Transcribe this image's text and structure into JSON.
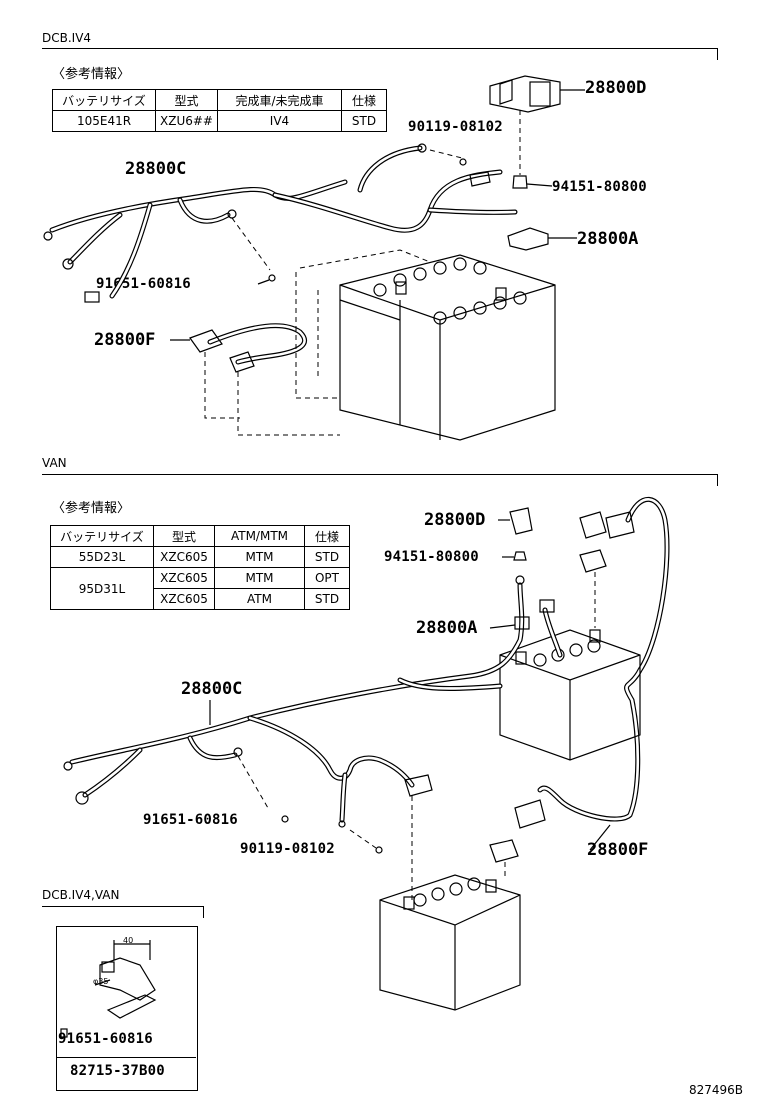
{
  "sections": [
    {
      "label": "DCB.IV4",
      "note": "〈参考情報〉",
      "table": {
        "headers": [
          "バッテリサイズ",
          "型式",
          "完成車/未完成車",
          "仕様"
        ],
        "rows": [
          [
            "105E41R",
            "XZU6##",
            "IV4",
            "STD"
          ]
        ]
      },
      "parts": {
        "p1": "28800D",
        "p2": "90119-08102",
        "p3": "28800C",
        "p4": "94151-80800",
        "p5": "28800A",
        "p6": "91651-60816",
        "p7": "28800F"
      }
    },
    {
      "label": "VAN",
      "note": "〈参考情報〉",
      "table": {
        "headers": [
          "バッテリサイズ",
          "型式",
          "ATM/MTM",
          "仕様"
        ],
        "rows": [
          [
            "55D23L",
            "XZC605",
            "MTM",
            "STD"
          ],
          [
            "95D31L",
            "XZC605",
            "MTM",
            "OPT"
          ],
          [
            "",
            "XZC605",
            "ATM",
            "STD"
          ]
        ]
      },
      "parts": {
        "p1": "28800D",
        "p2": "94151-80800",
        "p3": "28800A",
        "p4": "28800C",
        "p5": "91651-60816",
        "p6": "90119-08102",
        "p7": "28800F"
      }
    },
    {
      "label": "DCB.IV4,VAN",
      "parts": {
        "p1": "91651-60816",
        "p2": "82715-37B00"
      },
      "dims": {
        "d1": "40",
        "d2": "φ35"
      }
    }
  ],
  "illustration_code": "827496B"
}
